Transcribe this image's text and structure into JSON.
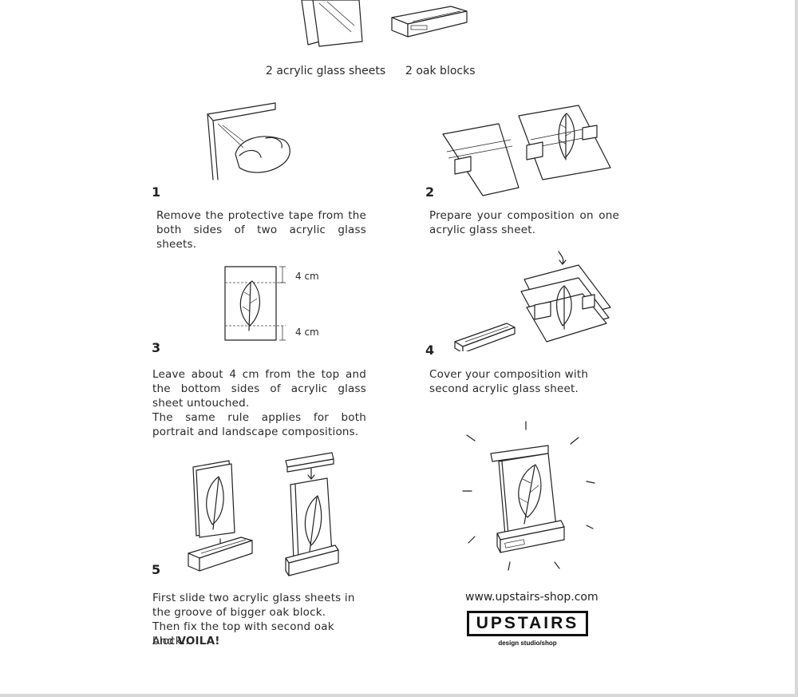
{
  "materials": {
    "sheets_caption": "2 acrylic glass sheets",
    "blocks_caption": "2 oak blocks"
  },
  "steps": [
    {
      "number": "1",
      "text": "Remove the protective tape from the both sides of two acrylic glass sheets."
    },
    {
      "number": "2",
      "text": "Prepare your composition on one acrylic glass sheet."
    },
    {
      "number": "3",
      "text_1": "Leave about 4 cm from the top and the bottom sides of acrylic glass sheet untouched.",
      "text_2": "The same rule applies for both portrait and landscape compositions.",
      "dim_top": "4 cm",
      "dim_bottom": "4 cm"
    },
    {
      "number": "4",
      "text": "Cover your composition with second acrylic glass sheet."
    },
    {
      "number": "5",
      "text_1": "First slide two acrylic glass sheets in the groove of bigger oak block.",
      "text_2": "Then fix the top with second oak block...",
      "text_3_prefix": "And ",
      "text_3_bold": "VOILA!"
    }
  ],
  "footer": {
    "url": "www.upstairs-shop.com",
    "logo": "UPSTAIRS",
    "logo_sub": "design studio/shop"
  }
}
